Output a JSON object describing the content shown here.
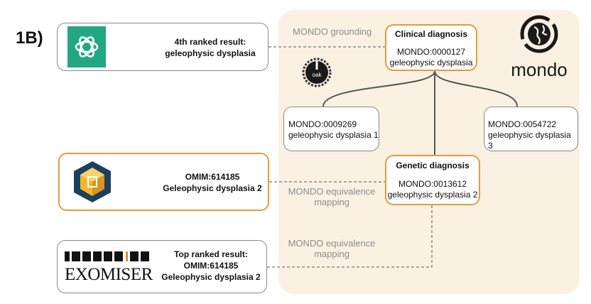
{
  "figure_label": "1B)",
  "labels": {
    "mondo_grounding": "MONDO grounding",
    "equivalence_1": [
      "MONDO equivalence",
      "mapping"
    ],
    "equivalence_2": [
      "MONDO equivalence",
      "mapping"
    ]
  },
  "sources": {
    "chatgpt": {
      "lines": [
        "4th ranked result:",
        "geleophysic dysplasia"
      ],
      "icon": "openai-logo-icon",
      "icon_color": "#21a883"
    },
    "omim": {
      "lines": [
        "OMIM:614185",
        "Geleophysic dysplasia 2"
      ],
      "icon": "phenopacket-hexagon-icon"
    },
    "exomiser": {
      "lines": [
        "Top ranked result:",
        "OMIM:614185",
        "Geleophysic dysplasia 2"
      ],
      "logo_text": "EXOMISER",
      "logo_highlight_letter": "I"
    }
  },
  "nodes": {
    "clinical": {
      "title": "Clinical diagnosis",
      "id": "MONDO:0000127",
      "name": "geleophysic dysplasia"
    },
    "child1": {
      "id": "MONDO:0009269",
      "name": "geleophysic dysplasia 1"
    },
    "child3": {
      "id": "MONDO:0054722",
      "name": "geleophysic dysplasia 3"
    },
    "genetic": {
      "title": "Genetic diagnosis",
      "id": "MONDO:0013612",
      "name": "geleophysic dysplasia 2"
    }
  },
  "logos": {
    "mondo_wordmark": "mondo",
    "oak_text": "oak"
  },
  "colors": {
    "panel": "#fbf1e2",
    "orange": "#e89a3c",
    "gray_border": "#8a8a8a",
    "openai_green": "#21a883"
  }
}
